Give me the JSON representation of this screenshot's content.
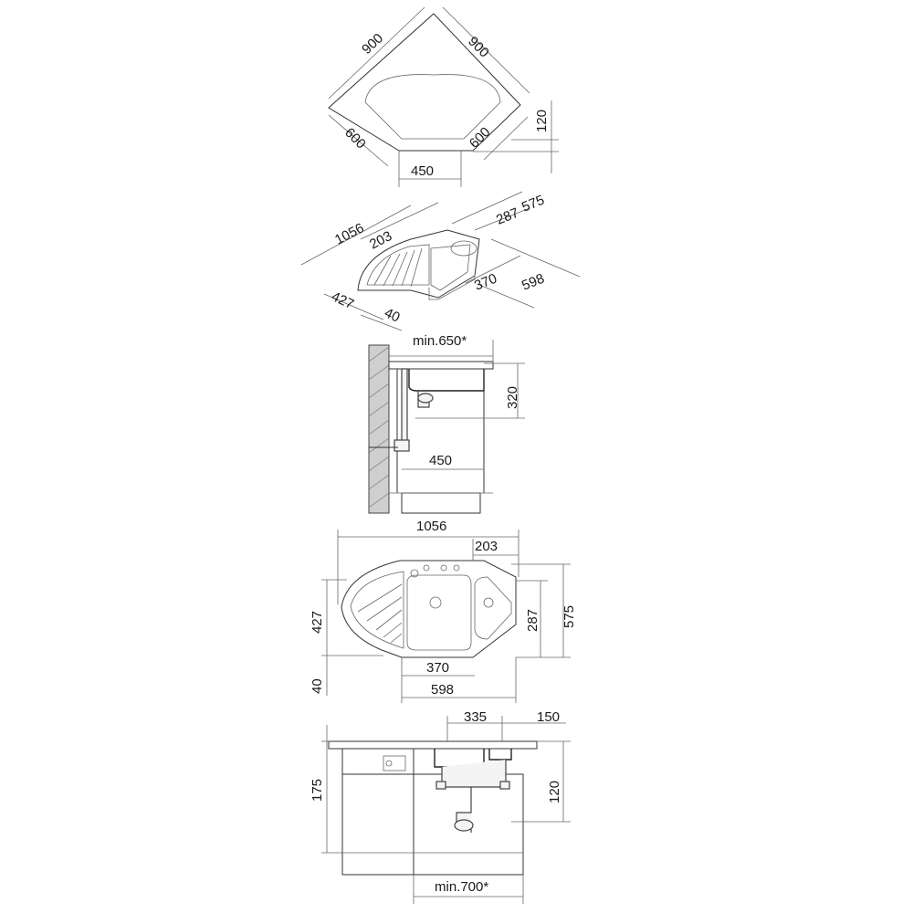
{
  "dimensions": {
    "top_plan": {
      "a": "900",
      "b": "900",
      "c": "600",
      "d": "600",
      "e": "120",
      "f": "450"
    },
    "iso_view": {
      "a": "1056",
      "b": "203",
      "c": "575",
      "d": "287",
      "e": "370",
      "f": "598",
      "g": "427",
      "h": "40"
    },
    "section_a": {
      "a": "min.650*",
      "b": "320",
      "c": "450"
    },
    "plan_view": {
      "a": "1056",
      "b": "203",
      "c": "427",
      "d": "287",
      "e": "575",
      "f": "40",
      "g": "370",
      "h": "598"
    },
    "section_b": {
      "a": "335",
      "b": "150",
      "c": "175",
      "d": "120",
      "e": "min.700*"
    }
  }
}
